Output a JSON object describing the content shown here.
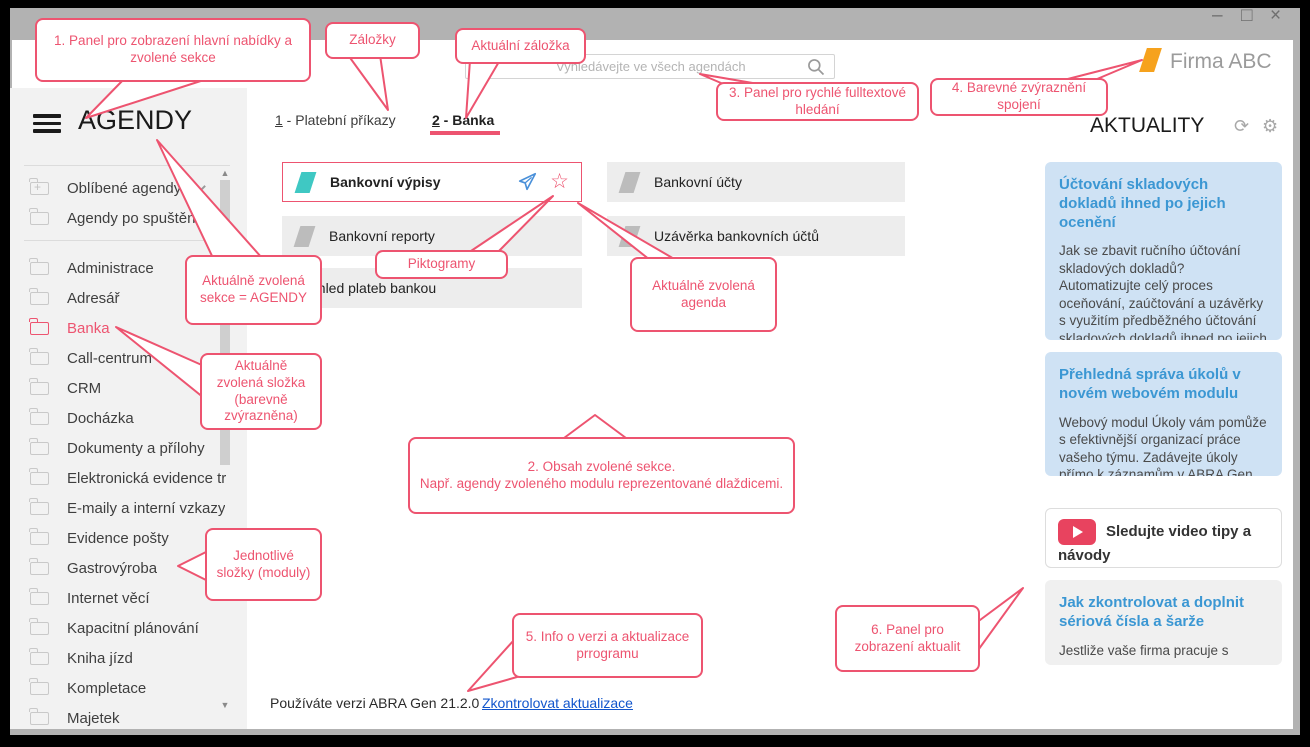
{
  "window": {
    "minimize": "–",
    "maximize": "□",
    "close": "×"
  },
  "header": {
    "search_placeholder": "Vyhledávejte ve všech agendách",
    "company": "Firma ABC"
  },
  "sidebar": {
    "title": "AGENDY",
    "pinned": [
      {
        "label": "Oblíbené agendy"
      },
      {
        "label": "Agendy po spuštění"
      }
    ],
    "items": [
      {
        "label": "Administrace"
      },
      {
        "label": "Adresář"
      },
      {
        "label": "Banka",
        "selected": true
      },
      {
        "label": "Call-centrum"
      },
      {
        "label": "CRM"
      },
      {
        "label": "Docházka"
      },
      {
        "label": "Dokumenty a přílohy"
      },
      {
        "label": "Elektronická evidence trž"
      },
      {
        "label": "E-maily a interní vzkazy"
      },
      {
        "label": "Evidence pošty"
      },
      {
        "label": "Gastrovýroba"
      },
      {
        "label": "Internet věcí"
      },
      {
        "label": "Kapacitní plánování"
      },
      {
        "label": "Kniha jízd"
      },
      {
        "label": "Kompletace"
      },
      {
        "label": "Majetek"
      }
    ]
  },
  "main": {
    "tabs": [
      {
        "text": "1 - Platební příkazy"
      },
      {
        "text": "2 - Banka",
        "active": true
      }
    ],
    "tiles": [
      {
        "label": "Bankovní výpisy",
        "selected": true
      },
      {
        "label": "Bankovní účty"
      },
      {
        "label": "Bankovní reporty"
      },
      {
        "label": "Uzávěrka bankovních účtů"
      },
      {
        "label": "Přehled plateb bankou"
      }
    ],
    "version_text": "Používáte verzi ABRA Gen 21.2.0",
    "update_link": "Zkontrolovat aktualizace"
  },
  "news": {
    "title": "AKTUALITY",
    "refresh_icon": "⟳",
    "gear_icon": "⚙",
    "cards": [
      {
        "title": "Účtování skladových dokladů ihned po jejich ocenění",
        "body": "Jak se zbavit ručního účtování skladových dokladů?\nAutomatizujte celý proces oceňování, zaúčtování a uzávěrky s využitím předběžného účtování skladových dokladů ihned po jejich ocenění...."
      },
      {
        "title": "Přehledná správa úkolů v novém webovém modulu",
        "body": "Webový modul Úkoly vám pomůže s efektivnější organizací práce vašeho týmu. Zadávejte úkoly přímo k záznamům v ABRA Gen...."
      },
      {
        "title": "Sledujte video tipy a návody"
      },
      {
        "title": "Jak zkontrolovat a doplnit sériová čísla a šarže",
        "body": "Jestliže vaše firma pracuje s"
      }
    ]
  },
  "annotations": {
    "a1": "1. Panel pro zobrazení hlavní nabídky a zvolené sekce",
    "zalozky": "Záložky",
    "aktualni_zalozka": "Aktuální záložka",
    "a3": "3. Panel pro rychlé fulltextové hledání",
    "a4": "4. Barevné zvýraznění spojení",
    "sekce": "Aktuálně zvolená sekce = AGENDY",
    "slozka": "Aktuálně zvolená složka (barevně zvýrazněna)",
    "piktogramy": "Piktogramy",
    "agenda": "Aktuálně zvolená agenda",
    "a2_line1": "2. Obsah zvolené sekce.",
    "a2_line2": "Např. agendy zvoleného modulu reprezentované dlaždicemi.",
    "moduly": "Jednotlivé složky (moduly)",
    "a5": "5. Info o verzi a aktualizace prrogramu",
    "a6": "6. Panel pro zobrazení aktualit"
  },
  "colors": {
    "accent_pink": "#ed5470",
    "teal": "#3fc8c3",
    "orange": "#f6a21d",
    "news_blue": "#3b97d3",
    "card_blue": "#cfe2f4",
    "link_blue": "#1155cc",
    "titlebar_gray": "#b2b2b2"
  }
}
